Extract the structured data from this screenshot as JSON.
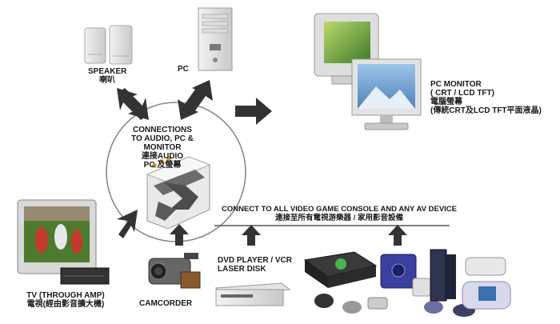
{
  "speaker": {
    "label_en": "SPEAKER",
    "label_zh": "喇叭"
  },
  "pc": {
    "label": "PC"
  },
  "monitor": {
    "label_en": "PC MONITOR",
    "label_sub": "( CRT / LCD TFT)",
    "label_zh1": "電腦螢幕",
    "label_zh2": "(傳統CRT及LCD TFT平面液晶)"
  },
  "connections": {
    "line1": "CONNECTIONS",
    "line2": "TO AUDIO, PC &",
    "line3": "MONITOR",
    "line4": "連接AUDIO",
    "line5": "PC 及螢幕"
  },
  "console_banner": {
    "en": "CONNECT TO ALL VIDEO GAME CONSOLE AND ANY AV DEVICE",
    "zh": "連接至所有電視游樂器 / 家用影音設備"
  },
  "tv": {
    "label_en": "TV (THROUGH AMP)",
    "label_zh": "電視(經由影音擴大機)"
  },
  "camcorder": {
    "label": "CAMCORDER"
  },
  "dvd": {
    "line1": "DVD PLAYER / VCR",
    "line2": "LASER DISK"
  }
}
